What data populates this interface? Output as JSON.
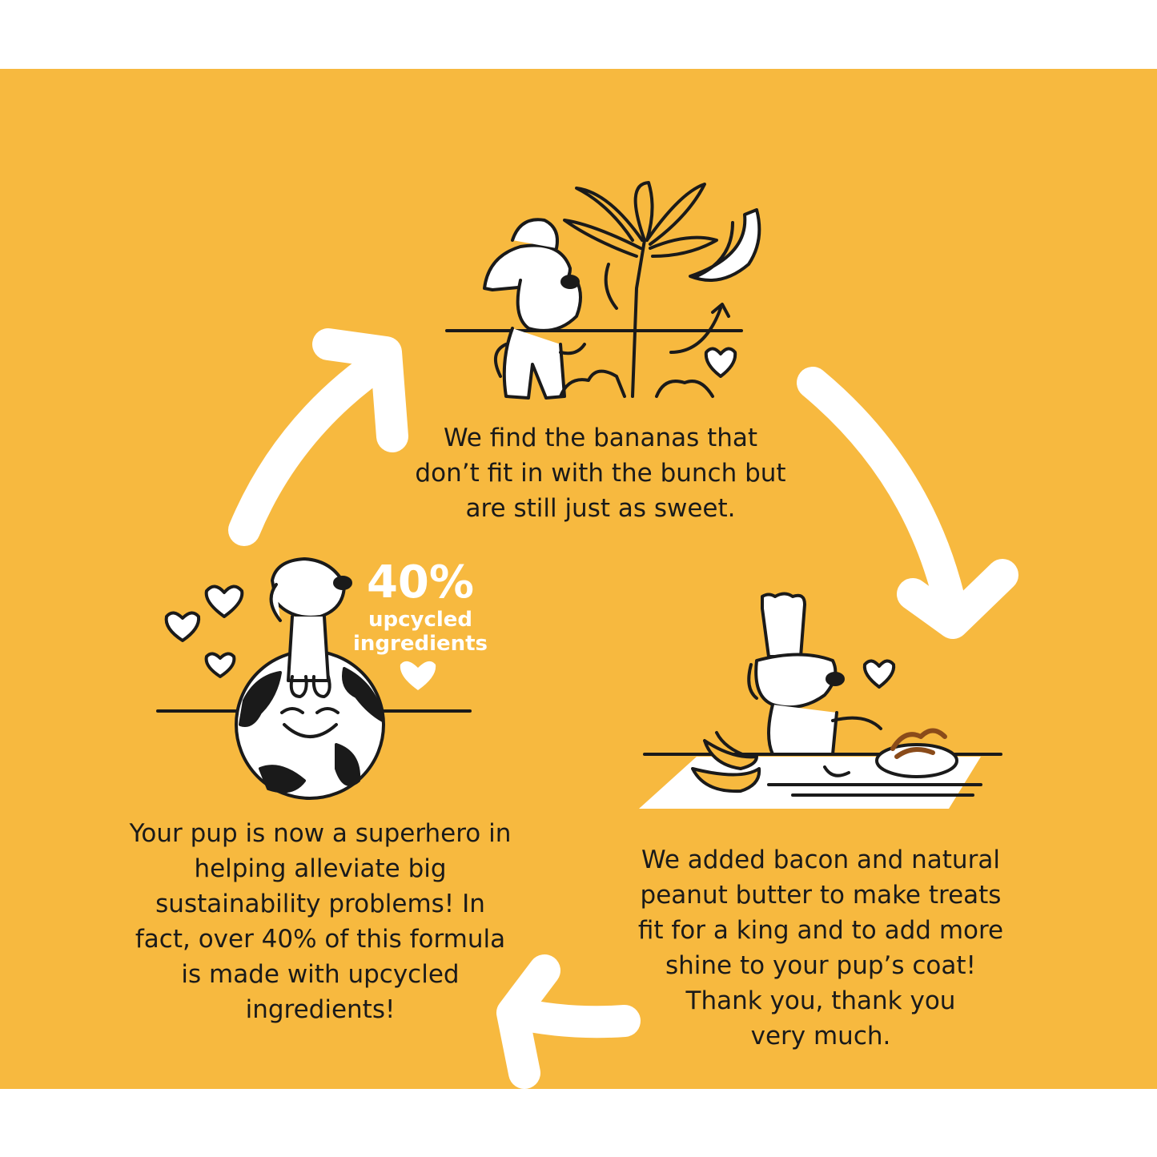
{
  "colors": {
    "background": "#F7B93F",
    "arrow": "#ffffff",
    "ink": "#1a1a1a"
  },
  "steps": [
    {
      "id": "find-bananas",
      "text": "We find the bananas that\ndon’t fit in with the bunch but\nare still just as sweet."
    },
    {
      "id": "add-bacon",
      "text": "We added bacon and natural\npeanut butter to make treats\nfit for a king and to add more\nshine to your pup’s coat!\nThank you, thank you\nvery much."
    },
    {
      "id": "superhero",
      "text": "Your pup is now a superhero in\nhelping alleviate big\nsustainability problems! In\nfact, over 40% of this formula\nis made with upcycled\ningredients!"
    }
  ],
  "stat": {
    "value": "40%",
    "label": "upcycled\ningredients"
  },
  "icons": [
    "cycle-arrow-icon",
    "dog-explorer-icon",
    "banana-tree-icon",
    "banana-icon",
    "heart-icon",
    "dog-chef-icon",
    "bacon-plate-icon",
    "earth-globe-icon",
    "dog-on-globe-icon"
  ]
}
